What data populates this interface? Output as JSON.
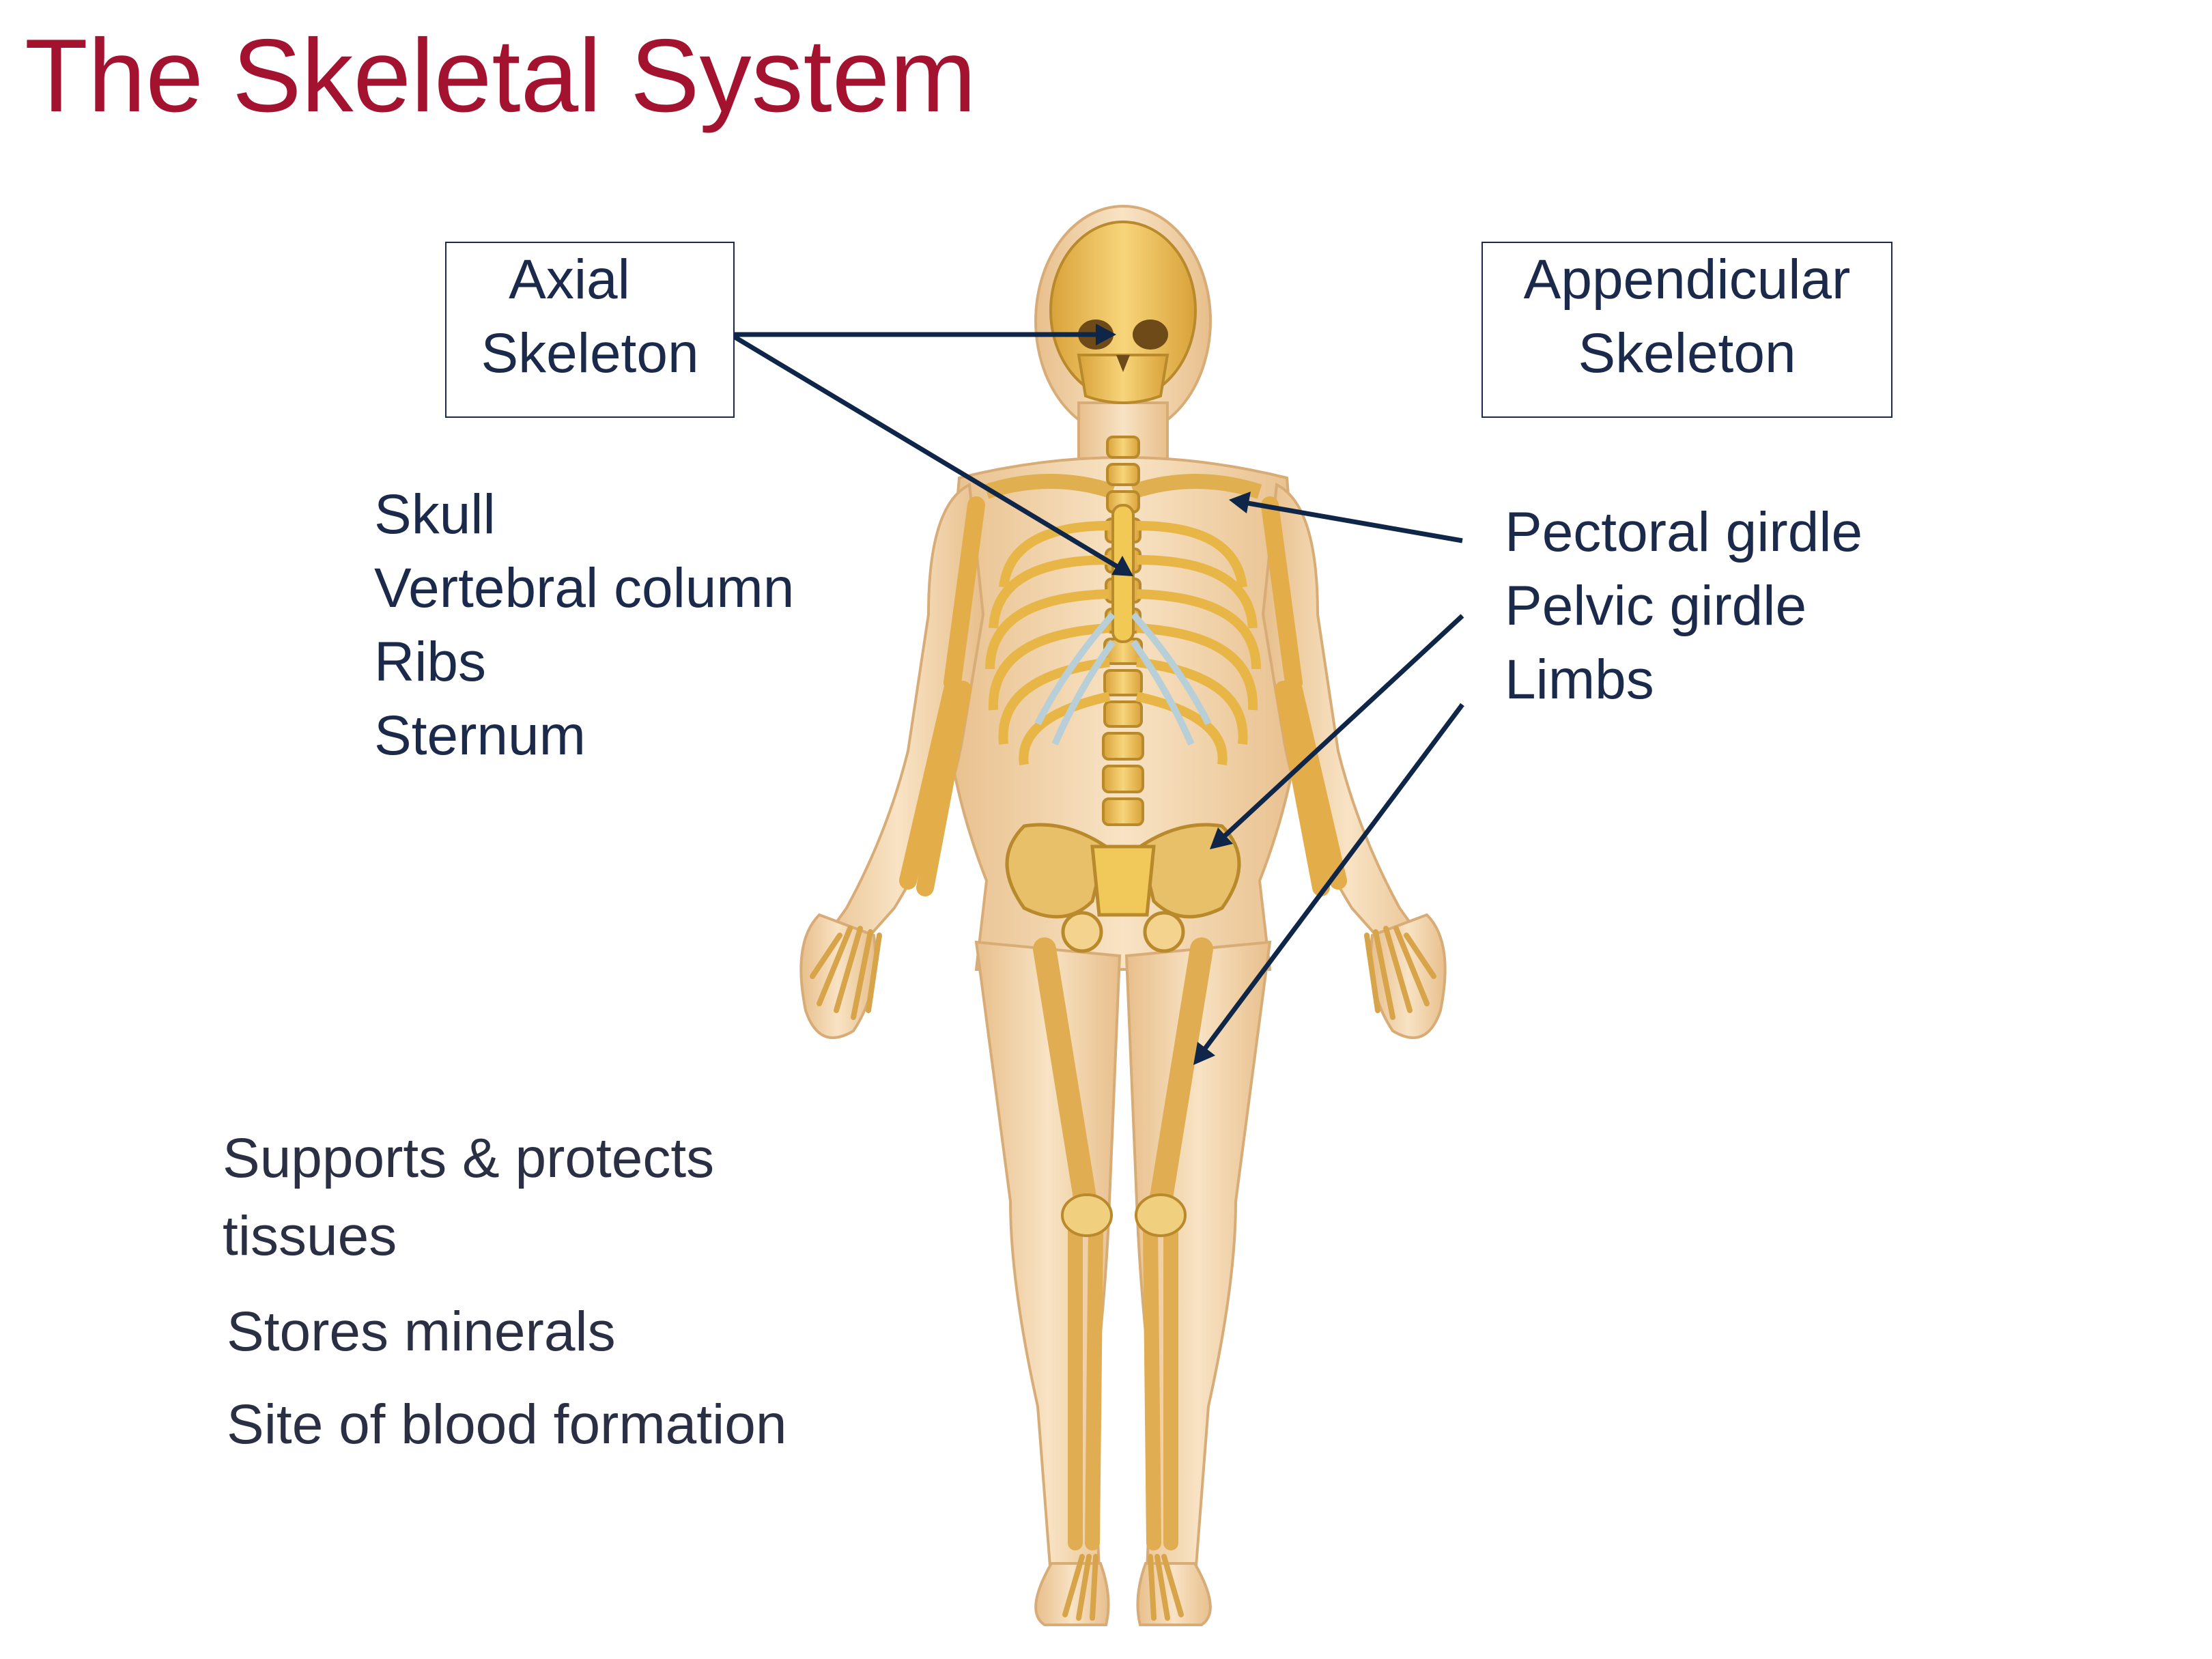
{
  "title": "The Skeletal System",
  "axial": {
    "label_line1": "Axial",
    "label_line2": "Skeleton",
    "items": [
      "Skull",
      "Vertebral column",
      "Ribs",
      "Sternum"
    ]
  },
  "appendicular": {
    "label_line1": "Appendicular",
    "label_line2": "Skeleton",
    "items": [
      "Pectoral girdle",
      "Pelvic girdle",
      "Limbs"
    ]
  },
  "functions": {
    "line1": "Supports & protects",
    "line2": "tissues",
    "line3": "Stores minerals",
    "line4": "Site of blood formation"
  },
  "colors": {
    "title": "#a3122e",
    "text": "#1b2a4a",
    "arrow": "#0f2648",
    "bone": "#f1c24a",
    "body": "#f3d7ad"
  }
}
